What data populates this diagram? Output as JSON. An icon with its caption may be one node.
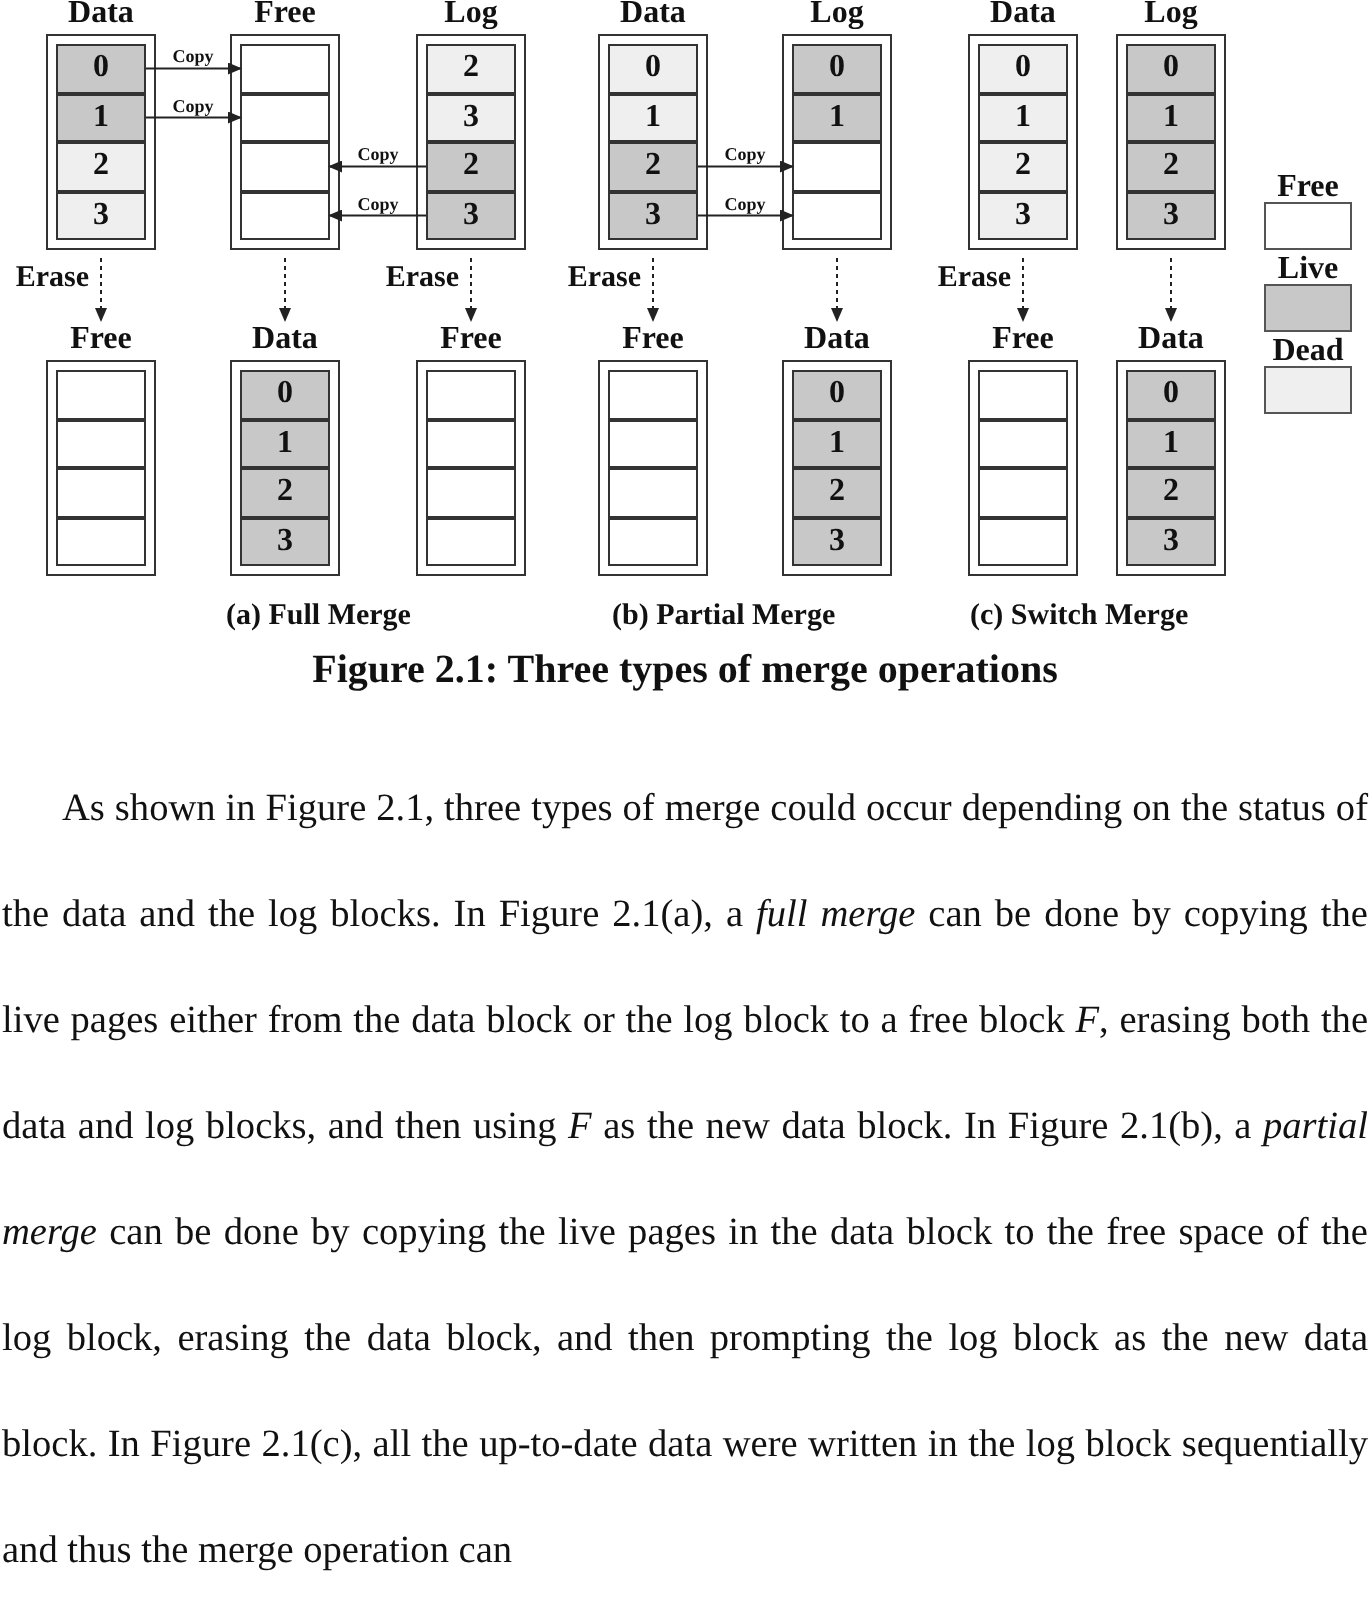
{
  "diagram": {
    "caption": "Figure 2.1: Three types of merge operations",
    "nodes": [
      {
        "text": [
          "Data"
        ]
      },
      {
        "text": [
          "0"
        ],
        "in": 0
      },
      {
        "text": [
          "1"
        ],
        "in": 0
      },
      {
        "text": [
          "2"
        ],
        "in": 0
      },
      {
        "text": [
          "3"
        ],
        "in": 0
      },
      {
        "text": [
          "Free"
        ]
      },
      {
        "text": [],
        "shape": "box",
        "in": 5
      },
      {
        "text": [],
        "shape": "box",
        "in": 5
      },
      {
        "text": [],
        "shape": "box",
        "in": 5
      },
      {
        "text": [],
        "shape": "box",
        "in": 5
      },
      {
        "text": [
          "Log"
        ]
      },
      {
        "text": [
          "2"
        ],
        "in": 10
      },
      {
        "text": [
          "3"
        ],
        "in": 10
      },
      {
        "text": [
          "2"
        ],
        "in": 10
      },
      {
        "text": [
          "3"
        ],
        "in": 10
      },
      {
        "text": [
          "Data"
        ]
      },
      {
        "text": [
          "0"
        ],
        "in": 15
      },
      {
        "text": [
          "1"
        ],
        "in": 15
      },
      {
        "text": [
          "2"
        ],
        "in": 15
      },
      {
        "text": [
          "3"
        ],
        "in": 15
      },
      {
        "text": [
          "Log"
        ]
      },
      {
        "text": [
          "0"
        ],
        "in": 20
      },
      {
        "text": [
          "1"
        ],
        "in": 20
      },
      {
        "text": [],
        "shape": "box",
        "in": 20
      },
      {
        "text": [],
        "shape": "box",
        "in": 20
      },
      {
        "text": [
          "Data"
        ]
      },
      {
        "text": [
          "0"
        ],
        "in": 25
      },
      {
        "text": [
          "1"
        ],
        "in": 25
      },
      {
        "text": [
          "2"
        ],
        "in": 25
      },
      {
        "text": [
          "3"
        ],
        "in": 25
      },
      {
        "text": [
          "Log"
        ]
      },
      {
        "text": [
          "0"
        ],
        "in": 30
      },
      {
        "text": [
          "1"
        ],
        "in": 30
      },
      {
        "text": [
          "2"
        ],
        "in": 30
      },
      {
        "text": [
          "3"
        ],
        "in": 30
      },
      {
        "text": [
          "Free"
        ]
      },
      {
        "text": [],
        "shape": "box",
        "in": 35
      },
      {
        "text": [],
        "shape": "box",
        "in": 35
      },
      {
        "text": [],
        "shape": "box",
        "in": 35
      },
      {
        "text": [],
        "shape": "box",
        "in": 35
      },
      {
        "text": [
          "Data"
        ]
      },
      {
        "text": [
          "0"
        ],
        "in": 40
      },
      {
        "text": [
          "1"
        ],
        "in": 40
      },
      {
        "text": [
          "2"
        ],
        "in": 40
      },
      {
        "text": [
          "3"
        ],
        "in": 40
      },
      {
        "text": [
          "Free"
        ]
      },
      {
        "text": [],
        "shape": "box",
        "in": 45
      },
      {
        "text": [],
        "shape": "box",
        "in": 45
      },
      {
        "text": [],
        "shape": "box",
        "in": 45
      },
      {
        "text": [],
        "shape": "box",
        "in": 45
      },
      {
        "text": [
          "Free"
        ]
      },
      {
        "text": [],
        "shape": "box",
        "in": 50
      },
      {
        "text": [],
        "shape": "box",
        "in": 50
      },
      {
        "text": [],
        "shape": "box",
        "in": 50
      },
      {
        "text": [],
        "shape": "box",
        "in": 50
      },
      {
        "text": [
          "Data"
        ]
      },
      {
        "text": [
          "0"
        ],
        "in": 55
      },
      {
        "text": [
          "1"
        ],
        "in": 55
      },
      {
        "text": [
          "2"
        ],
        "in": 55
      },
      {
        "text": [
          "3"
        ],
        "in": 55
      },
      {
        "text": [
          "Free"
        ]
      },
      {
        "text": [],
        "shape": "box",
        "in": 60
      },
      {
        "text": [],
        "shape": "box",
        "in": 60
      },
      {
        "text": [],
        "shape": "box",
        "in": 60
      },
      {
        "text": [],
        "shape": "box",
        "in": 60
      },
      {
        "text": [
          "Data"
        ]
      },
      {
        "text": [
          "0"
        ],
        "in": 65
      },
      {
        "text": [
          "1"
        ],
        "in": 65
      },
      {
        "text": [
          "2"
        ],
        "in": 65
      },
      {
        "text": [
          "3"
        ],
        "in": 65
      }
    ],
    "edges": [
      {
        "from": 1,
        "to": 6,
        "arrow": "to",
        "label": "Copy"
      },
      {
        "from": 2,
        "to": 7,
        "arrow": "to",
        "label": "Copy"
      },
      {
        "from": 13,
        "to": 8,
        "arrow": "to",
        "label": "Copy"
      },
      {
        "from": 14,
        "to": 9,
        "arrow": "to",
        "label": "Copy"
      },
      {
        "from": 18,
        "to": 23,
        "arrow": "to",
        "label": "Copy"
      },
      {
        "from": 19,
        "to": 24,
        "arrow": "to",
        "label": "Copy"
      },
      {
        "from": 0,
        "to": 35,
        "arrow": "to",
        "label": "Erase",
        "style": "dashed"
      },
      {
        "from": 5,
        "to": 40,
        "arrow": "to",
        "style": "dashed"
      },
      {
        "from": 10,
        "to": 45,
        "arrow": "to",
        "label": "Erase",
        "style": "dashed"
      },
      {
        "from": 15,
        "to": 50,
        "arrow": "to",
        "label": "Erase",
        "style": "dashed"
      },
      {
        "from": 20,
        "to": 55,
        "arrow": "to",
        "style": "dashed"
      },
      {
        "from": 25,
        "to": 60,
        "arrow": "to",
        "label": "Erase",
        "style": "dashed"
      },
      {
        "from": 30,
        "to": 65,
        "arrow": "to",
        "style": "dashed"
      }
    ],
    "labels": [
      "(a) Full Merge",
      "(b) Partial Merge",
      "(c) Switch Merge",
      "As shown in Figure 2.1, three types of merge could occur depending on the status of the data and the log blocks. In Figure 2.1(a), a *full merge* can be done by copying the live pages either from the data block or the log block to a free block *F*, erasing both the data and log blocks, and then using *F* as the new data block. In Figure 2.1(b), a *partial merge* can be done by copying the live pages in the data block to the free space of the log block, erasing the data block, and then prompting the log block as the new data block. In Figure 2.1(c), all the up-to-date data were written in the log block sequentially and thus the merge operation can"
    ],
    "legend": [
      {
        "text": "Free",
        "color": "#ffffff"
      },
      {
        "text": "Live",
        "color": "#c8c8c8"
      },
      {
        "text": "Dead",
        "color": "#efefef"
      }
    ]
  }
}
